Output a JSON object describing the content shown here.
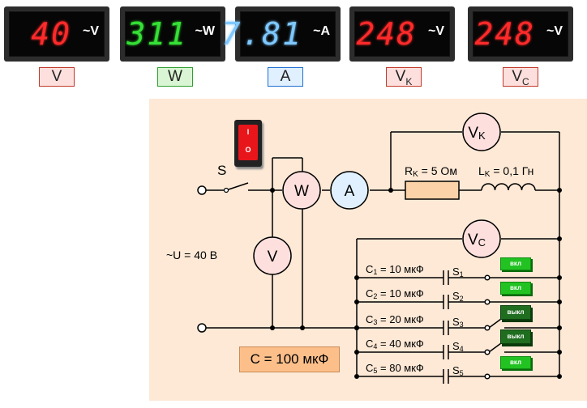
{
  "meters": [
    {
      "id": "V",
      "value": "40",
      "unit": "~V",
      "color": "#ff2a2a",
      "tag_main": "V",
      "tag_sub": "",
      "tag_bg": "#fde0de",
      "tag_border": "#c0392b"
    },
    {
      "id": "W",
      "value": "311",
      "unit": "~W",
      "color": "#35e035",
      "tag_main": "W",
      "tag_sub": "",
      "tag_bg": "#d9f5d3",
      "tag_border": "#2e9e2e"
    },
    {
      "id": "A",
      "value": "7.81",
      "unit": "~A",
      "color": "#7ec8ff",
      "tag_main": "A",
      "tag_sub": "",
      "tag_bg": "#e0f0ff",
      "tag_border": "#1e6fd0"
    },
    {
      "id": "VK",
      "value": "248",
      "unit": "~V",
      "color": "#ff2a2a",
      "tag_main": "V",
      "tag_sub": "K",
      "tag_bg": "#fde0de",
      "tag_border": "#c0392b"
    },
    {
      "id": "VC",
      "value": "248",
      "unit": "~V",
      "color": "#ff2a2a",
      "tag_main": "V",
      "tag_sub": "C",
      "tag_bg": "#fde0de",
      "tag_border": "#c0392b"
    }
  ],
  "diagram": {
    "background": "#fde9d6",
    "switch_main_label": "S",
    "switch_main_on": "I",
    "switch_main_off": "O",
    "source_label": "~U = 40 В",
    "instruments": {
      "wattmeter": "W",
      "ammeter": "A",
      "voltmeter": "V",
      "vk_main": "V",
      "vk_sub": "K",
      "vc_main": "V",
      "vc_sub": "C"
    },
    "resistor_label": {
      "main": "R",
      "sub": "K",
      "rest": " = 5 Ом"
    },
    "inductor_label": {
      "main": "L",
      "sub": "K",
      "rest": " = 0,1 Гн"
    },
    "total_capacitance": "C = 100 мкФ",
    "branches": [
      {
        "cap_main": "C",
        "cap_sub": "1",
        "cap_value": " = 10 мкФ",
        "sw_main": "S",
        "sw_sub": "1",
        "state": "вкл",
        "closed": true
      },
      {
        "cap_main": "C",
        "cap_sub": "2",
        "cap_value": " = 10 мкФ",
        "sw_main": "S",
        "sw_sub": "2",
        "state": "вкл",
        "closed": true
      },
      {
        "cap_main": "C",
        "cap_sub": "3",
        "cap_value": " = 20 мкФ",
        "sw_main": "S",
        "sw_sub": "3",
        "state": "выкл",
        "closed": false
      },
      {
        "cap_main": "C",
        "cap_sub": "4",
        "cap_value": " = 40 мкФ",
        "sw_main": "S",
        "sw_sub": "4",
        "state": "выкл",
        "closed": false
      },
      {
        "cap_main": "C",
        "cap_sub": "5",
        "cap_value": " = 80 мкФ",
        "sw_main": "S",
        "sw_sub": "5",
        "state": "вкл",
        "closed": true
      }
    ]
  }
}
